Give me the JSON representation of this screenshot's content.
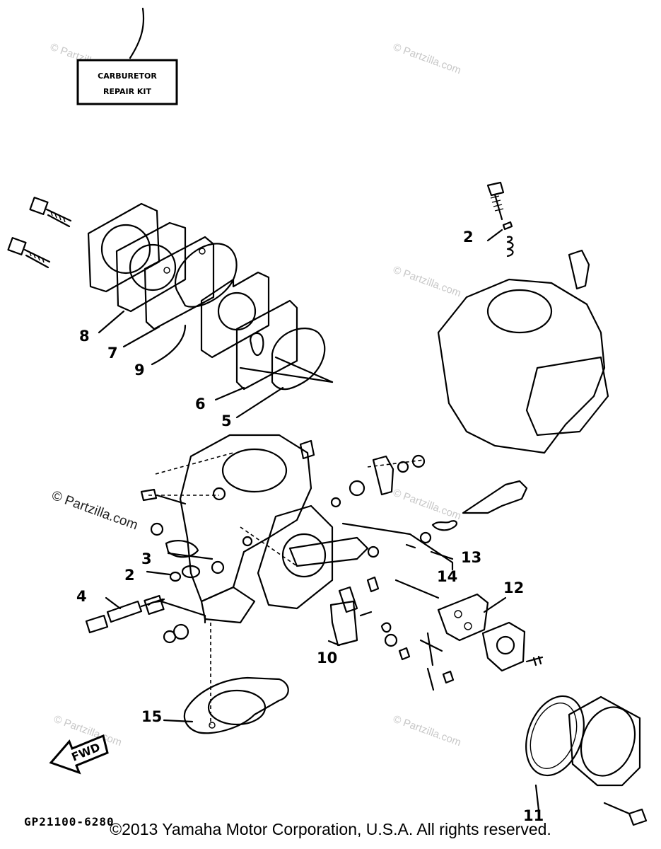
{
  "kit_label": {
    "line1": "CARBURETOR",
    "line2": "REPAIR KIT"
  },
  "callouts": [
    "2",
    "8",
    "7",
    "9",
    "6",
    "5",
    "3",
    "2",
    "4",
    "10",
    "14",
    "13",
    "12",
    "15",
    "11"
  ],
  "fwd_label": "FWD",
  "reference_code": "GP21100-6280",
  "watermark": "© Partzilla.com",
  "copyright": "©2013 Yamaha Motor Corporation, U.S.A. All rights reserved."
}
